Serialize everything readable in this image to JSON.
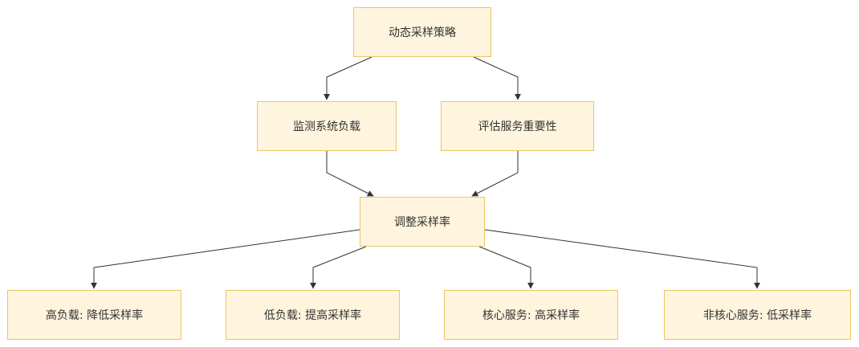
{
  "diagram": {
    "nodes": {
      "root": "动态采样策略",
      "monitor": "监测系统负载",
      "evaluate": "评估服务重要性",
      "adjust": "调整采样率",
      "leaf1": "高负载: 降低采样率",
      "leaf2": "低负载: 提高采样率",
      "leaf3": "核心服务: 高采样率",
      "leaf4": "非核心服务: 低采样率"
    },
    "edges": [
      [
        "root",
        "monitor"
      ],
      [
        "root",
        "evaluate"
      ],
      [
        "monitor",
        "adjust"
      ],
      [
        "evaluate",
        "adjust"
      ],
      [
        "adjust",
        "leaf1"
      ],
      [
        "adjust",
        "leaf2"
      ],
      [
        "adjust",
        "leaf3"
      ],
      [
        "adjust",
        "leaf4"
      ]
    ],
    "colors": {
      "node_fill": "#fff4dd",
      "node_border": "#e8c766",
      "edge": "#333333"
    }
  }
}
